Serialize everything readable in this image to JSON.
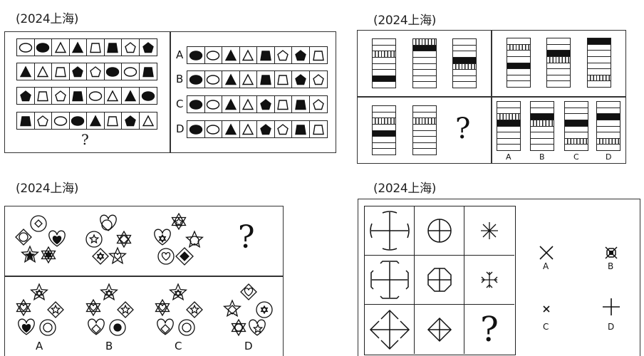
{
  "puzzles": [
    {
      "title": "(2024上海)",
      "type": "shape-sequence",
      "question_rows": [
        [
          "ellipse-outline",
          "ellipse-filled",
          "triangle-outline",
          "triangle-filled",
          "trapezoid-outline",
          "trapezoid-filled",
          "pentagon-outline",
          "pentagon-filled"
        ],
        [
          "triangle-filled",
          "triangle-outline",
          "trapezoid-outline",
          "pentagon-filled",
          "pentagon-outline",
          "ellipse-filled",
          "ellipse-outline",
          "trapezoid-filled"
        ],
        [
          "pentagon-filled",
          "trapezoid-outline",
          "pentagon-outline",
          "trapezoid-filled",
          "ellipse-outline",
          "triangle-outline",
          "triangle-filled",
          "ellipse-filled"
        ],
        [
          "trapezoid-filled",
          "pentagon-outline",
          "ellipse-outline",
          "ellipse-filled",
          "triangle-filled",
          "trapezoid-outline",
          "pentagon-filled",
          "triangle-outline"
        ]
      ],
      "question_mark": "?",
      "options": [
        {
          "label": "A",
          "cells": [
            "ellipse-filled",
            "ellipse-outline",
            "triangle-filled",
            "triangle-outline",
            "trapezoid-filled",
            "pentagon-outline",
            "pentagon-filled",
            "trapezoid-outline"
          ]
        },
        {
          "label": "B",
          "cells": [
            "ellipse-filled",
            "ellipse-outline",
            "triangle-filled",
            "triangle-outline",
            "trapezoid-filled",
            "trapezoid-outline",
            "pentagon-filled",
            "pentagon-outline"
          ]
        },
        {
          "label": "C",
          "cells": [
            "ellipse-filled",
            "ellipse-outline",
            "triangle-filled",
            "triangle-outline",
            "pentagon-filled",
            "trapezoid-outline",
            "trapezoid-filled",
            "pentagon-outline"
          ]
        },
        {
          "label": "D",
          "cells": [
            "ellipse-filled",
            "ellipse-outline",
            "triangle-filled",
            "triangle-outline",
            "pentagon-filled",
            "pentagon-outline",
            "trapezoid-filled",
            "trapezoid-outline"
          ]
        }
      ]
    },
    {
      "title": "(2024上海)",
      "type": "striped-columns",
      "segments_per_column": 8,
      "question_top": [
        {
          "black": 7,
          "hatch": 3
        },
        {
          "black": 2,
          "hatch": 1
        },
        {
          "black": 4,
          "hatch": 5
        }
      ],
      "question_bottom": [
        {
          "black": 5,
          "hatch": 3
        },
        {
          "black": 0,
          "hatch": 3
        }
      ],
      "question_mark": "?",
      "side_top": [
        {
          "black": 5,
          "hatch": 2
        },
        {
          "black": 3,
          "hatch": 4
        },
        {
          "black": 1,
          "hatch": 7
        }
      ],
      "options": [
        {
          "label": "A",
          "black": 4,
          "hatch": 3
        },
        {
          "label": "B",
          "black": 3,
          "hatch": 4
        },
        {
          "label": "C",
          "black": 4,
          "hatch": 7
        },
        {
          "label": "D",
          "black": 3,
          "hatch": 7
        }
      ]
    },
    {
      "title": "(2024上海)",
      "type": "symbol-clusters",
      "question_mark": "?",
      "options": [
        {
          "label": "A"
        },
        {
          "label": "B"
        },
        {
          "label": "C"
        },
        {
          "label": "D"
        }
      ]
    },
    {
      "title": "(2024上海)",
      "type": "3x3-grid",
      "cells": [
        "circle-arcs-cross",
        "circle-cross",
        "asterisk",
        "bracket-cross",
        "octagon-cross",
        "snowflake",
        "arrow-cross",
        "diamond-cross",
        "question"
      ],
      "question_mark": "?",
      "options": [
        {
          "label": "A",
          "icon": "x-large"
        },
        {
          "label": "B",
          "icon": "x-bug"
        },
        {
          "label": "C",
          "icon": "x-small"
        },
        {
          "label": "D",
          "icon": "plus"
        }
      ]
    }
  ]
}
